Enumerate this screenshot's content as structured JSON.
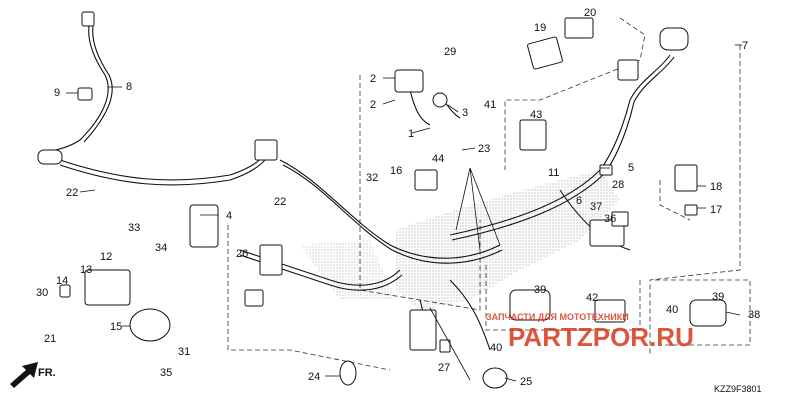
{
  "diagram": {
    "code": "KZZ9F3801",
    "direction_label": "FR.",
    "watermark": {
      "brand": "PARTZPOR.RU",
      "slogan": "ЗАПЧАСТИ ДЛЯ МОТОТЕХНИКИ",
      "color": "#d9381e"
    },
    "callouts": [
      "1",
      "2",
      "2",
      "3",
      "4",
      "5",
      "6",
      "7",
      "8",
      "9",
      "11",
      "12",
      "13",
      "14",
      "15",
      "16",
      "17",
      "18",
      "19",
      "20",
      "21",
      "22",
      "22",
      "23",
      "24",
      "25",
      "26",
      "27",
      "28",
      "29",
      "30",
      "31",
      "32",
      "33",
      "34",
      "35",
      "36",
      "37",
      "38",
      "39",
      "39",
      "40",
      "40",
      "41",
      "42",
      "43",
      "44"
    ]
  }
}
